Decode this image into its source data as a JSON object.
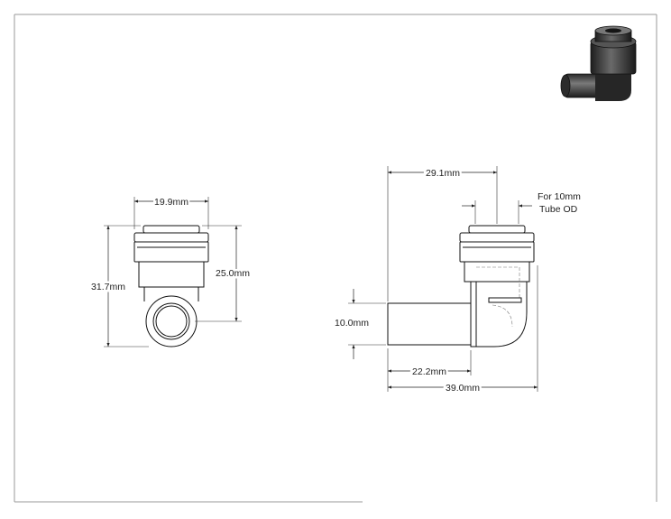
{
  "drawing": {
    "note_line1": "For 10mm",
    "note_line2": "Tube OD",
    "dimensions": {
      "front_width": "19.9mm",
      "front_total_height": "31.7mm",
      "front_body_height": "25.0mm",
      "side_top_width": "29.1mm",
      "side_tube_diameter": "10.0mm",
      "side_stem_length": "22.2mm",
      "side_overall_length": "39.0mm"
    }
  }
}
